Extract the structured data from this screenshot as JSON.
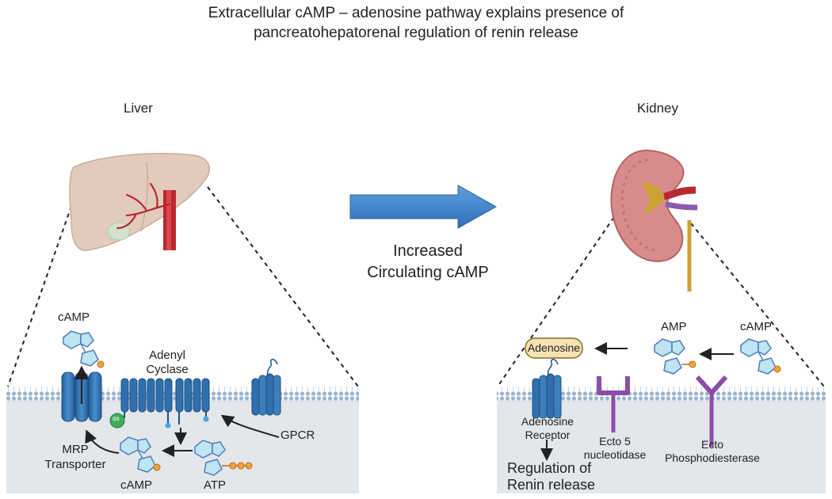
{
  "title": {
    "line1": "Extracellular cAMP – adenosine pathway explains presence of",
    "line2": "pancreatohepatorenal regulation of renin release"
  },
  "liver": {
    "heading": "Liver",
    "labels": {
      "camp_top": "cAMP",
      "adenyl_1": "Adenyl",
      "adenyl_2": "Cyclase",
      "gpcr": "GPCR",
      "mrp_1": "MRP",
      "mrp_2": "Transporter",
      "camp_bottom": "cAMP",
      "atp": "ATP",
      "g_protein": "αs"
    }
  },
  "middle": {
    "line1": "Increased",
    "line2": "Circulating cAMP"
  },
  "kidney": {
    "heading": "Kidney",
    "labels": {
      "adenosine": "Adenosine",
      "amp": "AMP",
      "camp": "cAMP",
      "receptor_1": "Adenosine",
      "receptor_2": "Receptor",
      "ecto5_1": "Ecto 5",
      "ecto5_2": "nucleotidase",
      "pde_1": "Ecto",
      "pde_2": "Phosphodiesterase",
      "renin_1": "Regulation of",
      "renin_2": "Renin release"
    }
  },
  "colors": {
    "membrane_blue": "#9ab4d2",
    "cell_gray": "#e3e6ea",
    "protein_blue": "#2f6fae",
    "arrow_blue": "#3b82c8",
    "liver_pink": "#e2cabc",
    "vessel_red": "#b9282f",
    "kidney_pink": "#d98b8b",
    "ecto_purple": "#8a4ea6",
    "adenosine_box": "#f7e2b3"
  }
}
